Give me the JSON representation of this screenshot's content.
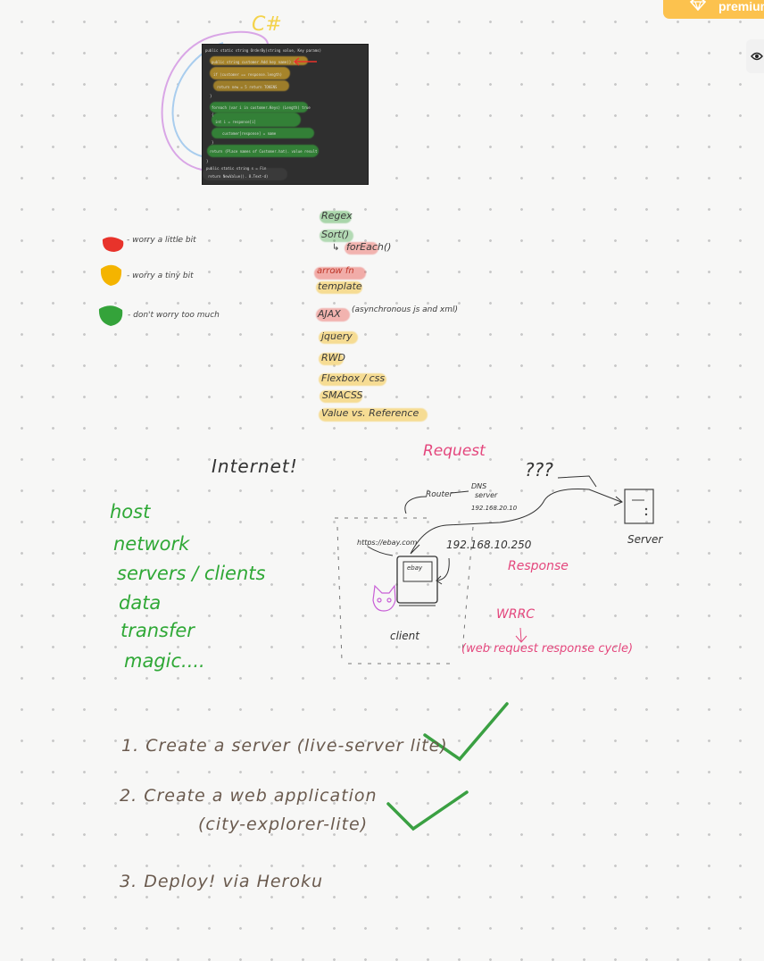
{
  "toolbar": {
    "premium_label": "premium",
    "premium_icon": "diamond-icon",
    "side_icon": "eye-icon"
  },
  "code_note": {
    "label": "C#",
    "lines": [
      "public static string OrderBy(string value, Key params)",
      "  public string customer   Add key name() {",
      "  if (customer == response.length)",
      "     return new = 5 return TOKENS",
      "}",
      "  foreach (var i in customer.Keys) (Length) true",
      "  {",
      "     int i = response[i]",
      "        customer[response] = name",
      "  }",
      "  return (Place names of Customer.hat). value result",
      "}",
      "public static string  s = Fin",
      "  return NewValue(). 8.Text-d)"
    ]
  },
  "legend": [
    {
      "color": "#e8332b",
      "text": "- worry a little bit"
    },
    {
      "color": "#f4b400",
      "text": "- worry a tiny bit"
    },
    {
      "color": "#34a33a",
      "text": "- don't worry too much"
    }
  ],
  "topics": {
    "regex": "Regex",
    "sort": "Sort()",
    "foreach": "forEach()",
    "arrow": "arrow fn",
    "template": "template",
    "ajax": "AJAX",
    "ajax_note": "(asynchronous js and xml)",
    "jquery": "jquery",
    "rwd": "RWD",
    "flexbox": "Flexbox / css",
    "smacss": "SMACSS",
    "value_ref": "Value vs. Reference"
  },
  "internet": {
    "title": "Internet!",
    "words": [
      "host",
      "network",
      "servers / clients",
      "data",
      "transfer",
      "magic...."
    ]
  },
  "diagram": {
    "request": "Request",
    "question": "???",
    "router": "Router",
    "dns": "DNS",
    "server_word": "server",
    "ip_small": "192.168.20.10",
    "url": "https://ebay.com",
    "ebay": "ebay",
    "ip": "192.168.10.250",
    "response": "Response",
    "server": "Server",
    "client": "client",
    "wrrc": "WRRC",
    "wrrc_full": "(web request response cycle)"
  },
  "tasks": [
    {
      "num": "1.",
      "text": "Create a server (live-server lite)"
    },
    {
      "num": "2.",
      "text": "Create a web application"
    },
    {
      "num": "",
      "text": "(city-explorer-lite)"
    },
    {
      "num": "3.",
      "text": "Deploy! via Heroku"
    }
  ],
  "colors": {
    "red": "#e8332b",
    "yellow": "#f4b400",
    "green": "#34a33a",
    "pink": "#e4477d",
    "purple": "#c85fd6",
    "blue": "#7fb7ea"
  }
}
